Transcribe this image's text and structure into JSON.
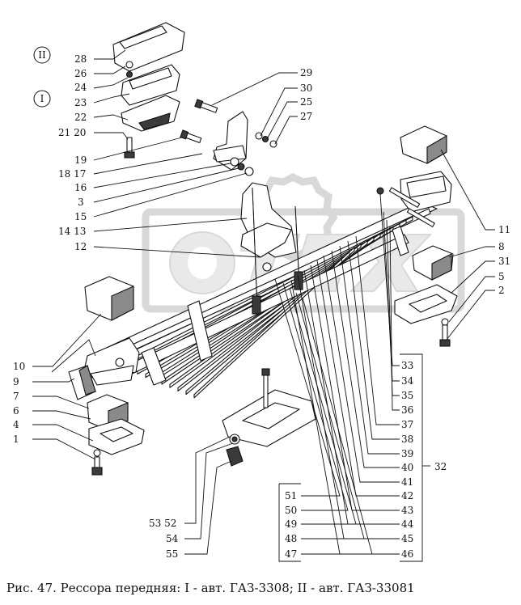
{
  "caption": "Рис. 47. Рессора передняя: I - авт. ГАЗ-3308; II - авт. ГАЗ-33081",
  "variant_marks": [
    "II",
    "I"
  ],
  "labels": {
    "l28": "28",
    "l26": "26",
    "l24": "24",
    "l23": "23",
    "l22": "22",
    "l2120": "21 20",
    "l19": "19",
    "l1817": "18 17",
    "l16": "16",
    "l3": "3",
    "l15": "15",
    "l1413": "14 13",
    "l12": "12",
    "l10": "10",
    "l9": "9",
    "l7": "7",
    "l6": "6",
    "l4": "4",
    "l1": "1",
    "l29": "29",
    "l30": "30",
    "l25": "25",
    "l27": "27",
    "l11": "11",
    "l8": "8",
    "l31": "31",
    "l5": "5",
    "l2": "2",
    "l33": "33",
    "l34": "34",
    "l35": "35",
    "l36": "36",
    "l37": "37",
    "l38": "38",
    "l39": "39",
    "l40": "40",
    "l41": "41",
    "l42": "42",
    "l43": "43",
    "l44": "44",
    "l45": "45",
    "l46": "46",
    "l32": "32",
    "l51": "51",
    "l50": "50",
    "l49": "49",
    "l48": "48",
    "l47": "47",
    "l5352": "53 52",
    "l54": "54",
    "l55": "55"
  }
}
